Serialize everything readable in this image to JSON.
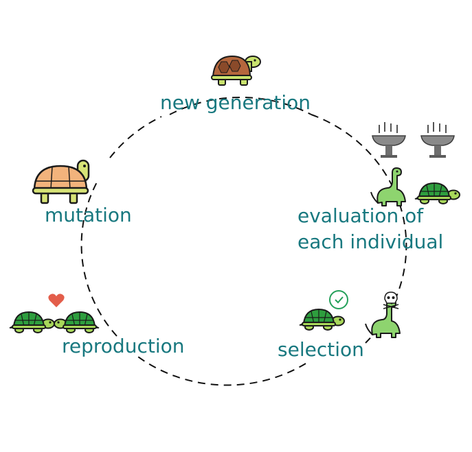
{
  "cycle": {
    "steps": {
      "new_generation": "new generation",
      "evaluation_line1": "evaluation of",
      "evaluation_line2": "each individual",
      "selection": "selection",
      "reproduction": "reproduction",
      "mutation": "mutation"
    }
  },
  "colors": {
    "label_text": "#18787f",
    "cycle_stroke": "#111111",
    "turtle_shell_green": "#2e9e3e",
    "turtle_skin_green": "#a8d75a",
    "dino_green": "#8ed46f",
    "tortoise_shell": "#f2b37c",
    "heart": "#e35d4a",
    "check": "#24a05a"
  },
  "icons": [
    "tortoise-icon",
    "flame-bowl-icon",
    "dinosaur-icon",
    "turtle-icon",
    "check-icon",
    "skull-icon",
    "heart-icon"
  ]
}
